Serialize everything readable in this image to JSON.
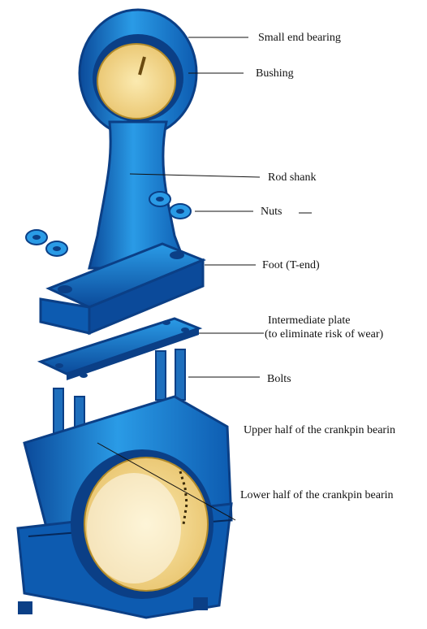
{
  "diagram": {
    "labels": {
      "small_end_bearing": "Small end bearing",
      "bushing": "Bushing",
      "rod_shank": "Rod shank",
      "nuts": "Nuts",
      "foot": "Foot (T-end)",
      "intermediate_plate_line1": "Intermediate plate",
      "intermediate_plate_line2": "(to eliminate risk of wear)",
      "bolts": "Bolts",
      "upper_half": "Upper half of the crankpin bearin",
      "lower_half": "Lower half of the crankpin bearin"
    },
    "colors": {
      "part_blue": "#1e8ad6",
      "part_dark": "#0b3f86",
      "bearing_yellow": "#f2d88a"
    }
  }
}
